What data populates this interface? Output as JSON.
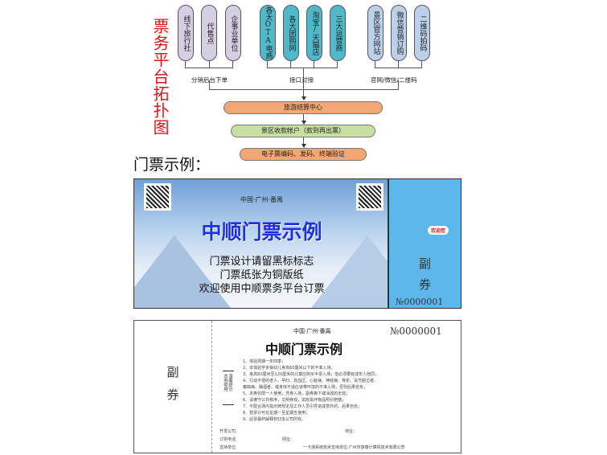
{
  "diagram": {
    "vertical_title": "票务平台拓扑图",
    "channels": [
      {
        "label": "线下旅行社",
        "group": 0
      },
      {
        "label": "代售点",
        "group": 0
      },
      {
        "label": "企事业单位",
        "group": 0
      },
      {
        "label": "各大OTA电商",
        "group": 1
      },
      {
        "label": "各大团购网",
        "group": 1
      },
      {
        "label": "淘宝/天猫店",
        "group": 1
      },
      {
        "label": "三大运营商",
        "group": 1
      },
      {
        "label": "景区官方网站",
        "group": 2
      },
      {
        "label": "微信营销订购",
        "group": 2
      },
      {
        "label": "二维码拍码",
        "group": 2
      }
    ],
    "groups": [
      "分销后台下单",
      "接口对接",
      "官网/微信/二维码"
    ],
    "flow": [
      "旅游结算中心",
      "景区收款帐户（款到再出票）",
      "电子票编码、发码、终端验证"
    ],
    "colors": {
      "group0": "#d6cfe3",
      "group1": "#4fb8c9",
      "group2": "#bcd0ea",
      "settle": "#f3a774",
      "account": "#c7dfa0",
      "code": "#f3a774",
      "title": "#e0141c"
    }
  },
  "section_heading": "门票示例：",
  "ticket_front": {
    "location": "中国·广州·番禺",
    "title": "中顺门票示例",
    "lines": [
      "门票设计请留黑标标志",
      "门票纸张为铜版纸",
      "欢迎使用中顺票务平台订票"
    ],
    "stub_bubble": "欢迎您",
    "stub_label": [
      "副",
      "券"
    ],
    "serial": "№0000001"
  },
  "ticket_back": {
    "stub_label": [
      "副",
      "券"
    ],
    "notice_title": [
      "温馨提示",
      "本券使用"
    ],
    "location": "中国·广州·番禺",
    "serial": "№0000001",
    "title": "中顺门票示例",
    "rules": [
      "1、体验周期一年四季；",
      "2、本体验学步婴幼儿身高60厘米以下的不准入场；",
      "3、身高60厘米至120厘米的儿童应购买半票入场，但必须要有成年人陪同；",
      "4、行动不便的老人、孕妇、高血压、心脏病、神经病、骨折、关节脱位者、",
      "    癫痫病、酗酒者、或身体不适应该带环境的不准入场，否则后果自负；",
      "5、本券仅限一人使用，凭券入场，副券撕下或涂改的无效；",
      "6、请遵守公共秩序，文明参观，如有损坏物品照价赔偿；",
      "7、不配合场内指示牌规定及工作人员引导造成意外的，后果自负；",
      "8、暂票只可在星期一至星期五使用；",
      "9、此票最终解释权归本公司所有。"
    ],
    "footer": {
      "developer": "开发公司:",
      "address": "地址：",
      "phone": "订票电话:",
      "website": "网址：",
      "support": "支持单位:",
      "support_text": "一卡通系统技术支持单位:广州市旅泰计算机技术有限公司"
    }
  }
}
